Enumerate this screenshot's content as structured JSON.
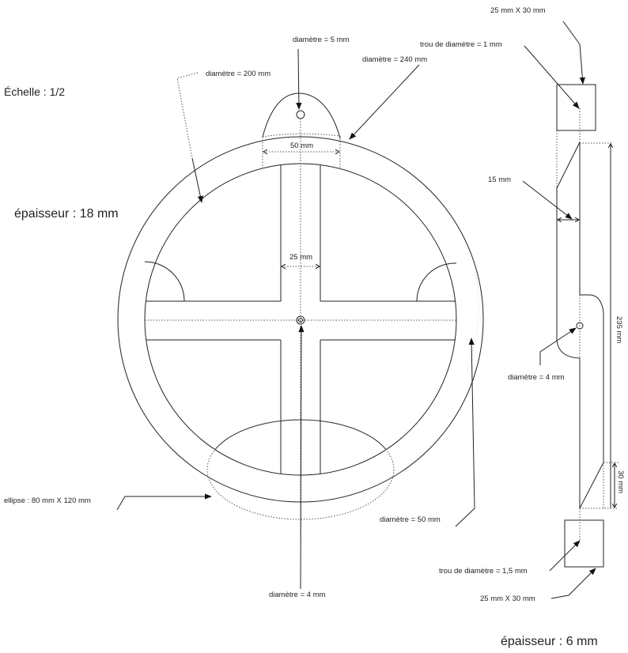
{
  "header": {
    "scale": "Échelle : 1/2",
    "thickness_main": "épaisseur : 18 mm",
    "thickness_side": "épaisseur : 6 mm"
  },
  "front_view": {
    "hole_top": "diamètre = 5 mm",
    "outer_diameter": "diamètre = 240 mm",
    "inner_diameter": "diamètre = 200 mm",
    "tab_width": "50 mm",
    "bar_width": "25 mm",
    "ellipse": "ellipse : 80 mm X 120 mm",
    "center_hole": "diamètre = 4 mm",
    "quarter_circle": "diamètre = 50 mm"
  },
  "side_view": {
    "top_block": "25 mm X 30 mm",
    "top_hole": "trou de diamètre = 1 mm",
    "width": "15 mm",
    "length": "235 mm",
    "end_length": "30 mm",
    "middle_hole": "diamètre = 4 mm",
    "bottom_hole": "trou de diamètre = 1,5 mm",
    "bottom_block": "25 mm X 30 mm"
  }
}
